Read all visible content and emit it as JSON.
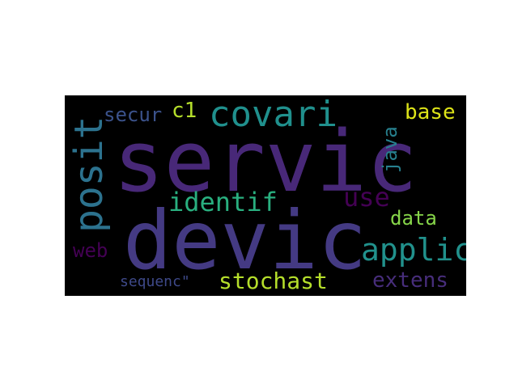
{
  "wordcloud": {
    "words": [
      {
        "text": "servic",
        "color": "#482878"
      },
      {
        "text": "devic",
        "color": "#443a83"
      },
      {
        "text": "covari",
        "color": "#20908d"
      },
      {
        "text": "posit",
        "color": "#2c728e"
      },
      {
        "text": "secur",
        "color": "#3b528b"
      },
      {
        "text": "c1",
        "color": "#b5de2b"
      },
      {
        "text": "base",
        "color": "#dde318"
      },
      {
        "text": "java",
        "color": "#27808e"
      },
      {
        "text": "identif",
        "color": "#29af7f"
      },
      {
        "text": "use",
        "color": "#440154"
      },
      {
        "text": "data",
        "color": "#86d549"
      },
      {
        "text": "applic",
        "color": "#21918c"
      },
      {
        "text": "web",
        "color": "#440154"
      },
      {
        "text": "stochast",
        "color": "#b5de2b"
      },
      {
        "text": "extens",
        "color": "#472d7b"
      },
      {
        "text": "sequenc\"",
        "color": "#3e4989"
      }
    ]
  }
}
